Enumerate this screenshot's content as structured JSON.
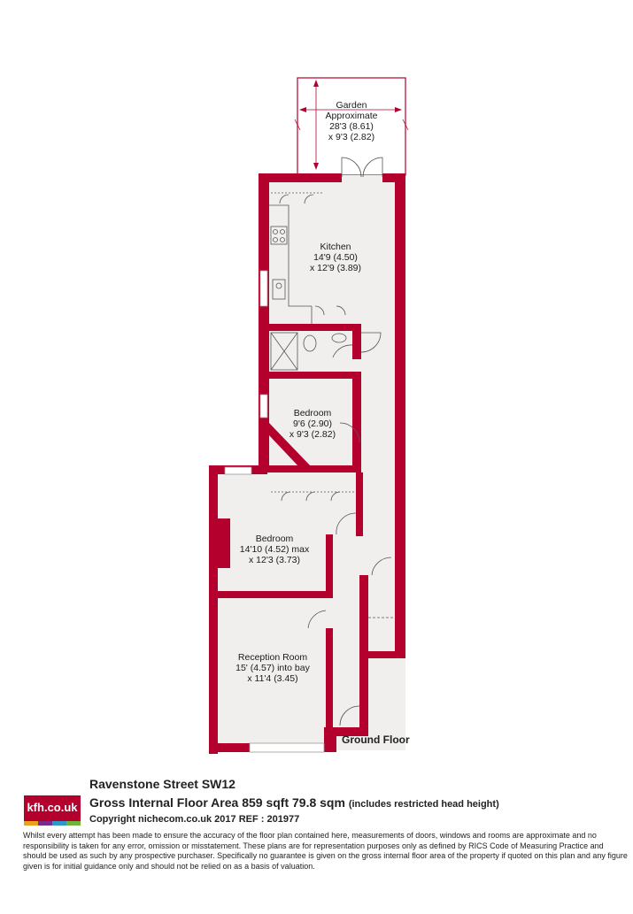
{
  "rooms": {
    "garden": {
      "name": "Garden",
      "line2": "Approximate",
      "line3": "28'3 (8.61)",
      "line4": "x 9'3 (2.82)"
    },
    "kitchen": {
      "name": "Kitchen",
      "line2": "14'9 (4.50)",
      "line3": "x 12'9 (3.89)"
    },
    "bedroom1": {
      "name": "Bedroom",
      "line2": "9'6 (2.90)",
      "line3": "x 9'3 (2.82)"
    },
    "bedroom2": {
      "name": "Bedroom",
      "line2": "14'10 (4.52) max",
      "line3": "x 12'3 (3.73)"
    },
    "reception": {
      "name": "Reception Room",
      "line2": "15' (4.57) into bay",
      "line3": "x 11'4 (3.45)"
    }
  },
  "floor_label": "Ground Floor",
  "footer": {
    "logo": "kfh.co.uk",
    "logo_colors": [
      "#e8a21b",
      "#7a2b8f",
      "#2a9bc9",
      "#6fb33c"
    ],
    "address": "Ravenstone Street  SW12",
    "area": "Gross Internal Floor Area 859 sqft 79.8 sqm",
    "area_note": "(includes restricted head height)",
    "copyright": "Copyright nichecom.co.uk 2017 REF : 201977",
    "disclaimer": "Whilst every attempt has been made to ensure the accuracy of the floor plan contained here, measurements of doors, windows and rooms are approximate and no responsibility is taken for any error, omission or misstatement.  These plans are for representation purposes only as defined by RICS Code of Measuring Practice and should be used as such by any prospective purchaser.  Specifically no guarantee is given on the gross internal floor area of the property if quoted on this plan and any figure given is for initial guidance only and should not be relied on as a basis of valuation."
  },
  "colors": {
    "wall": "#b3002d",
    "floor": "#f0efee",
    "fixture_line": "#555555"
  }
}
